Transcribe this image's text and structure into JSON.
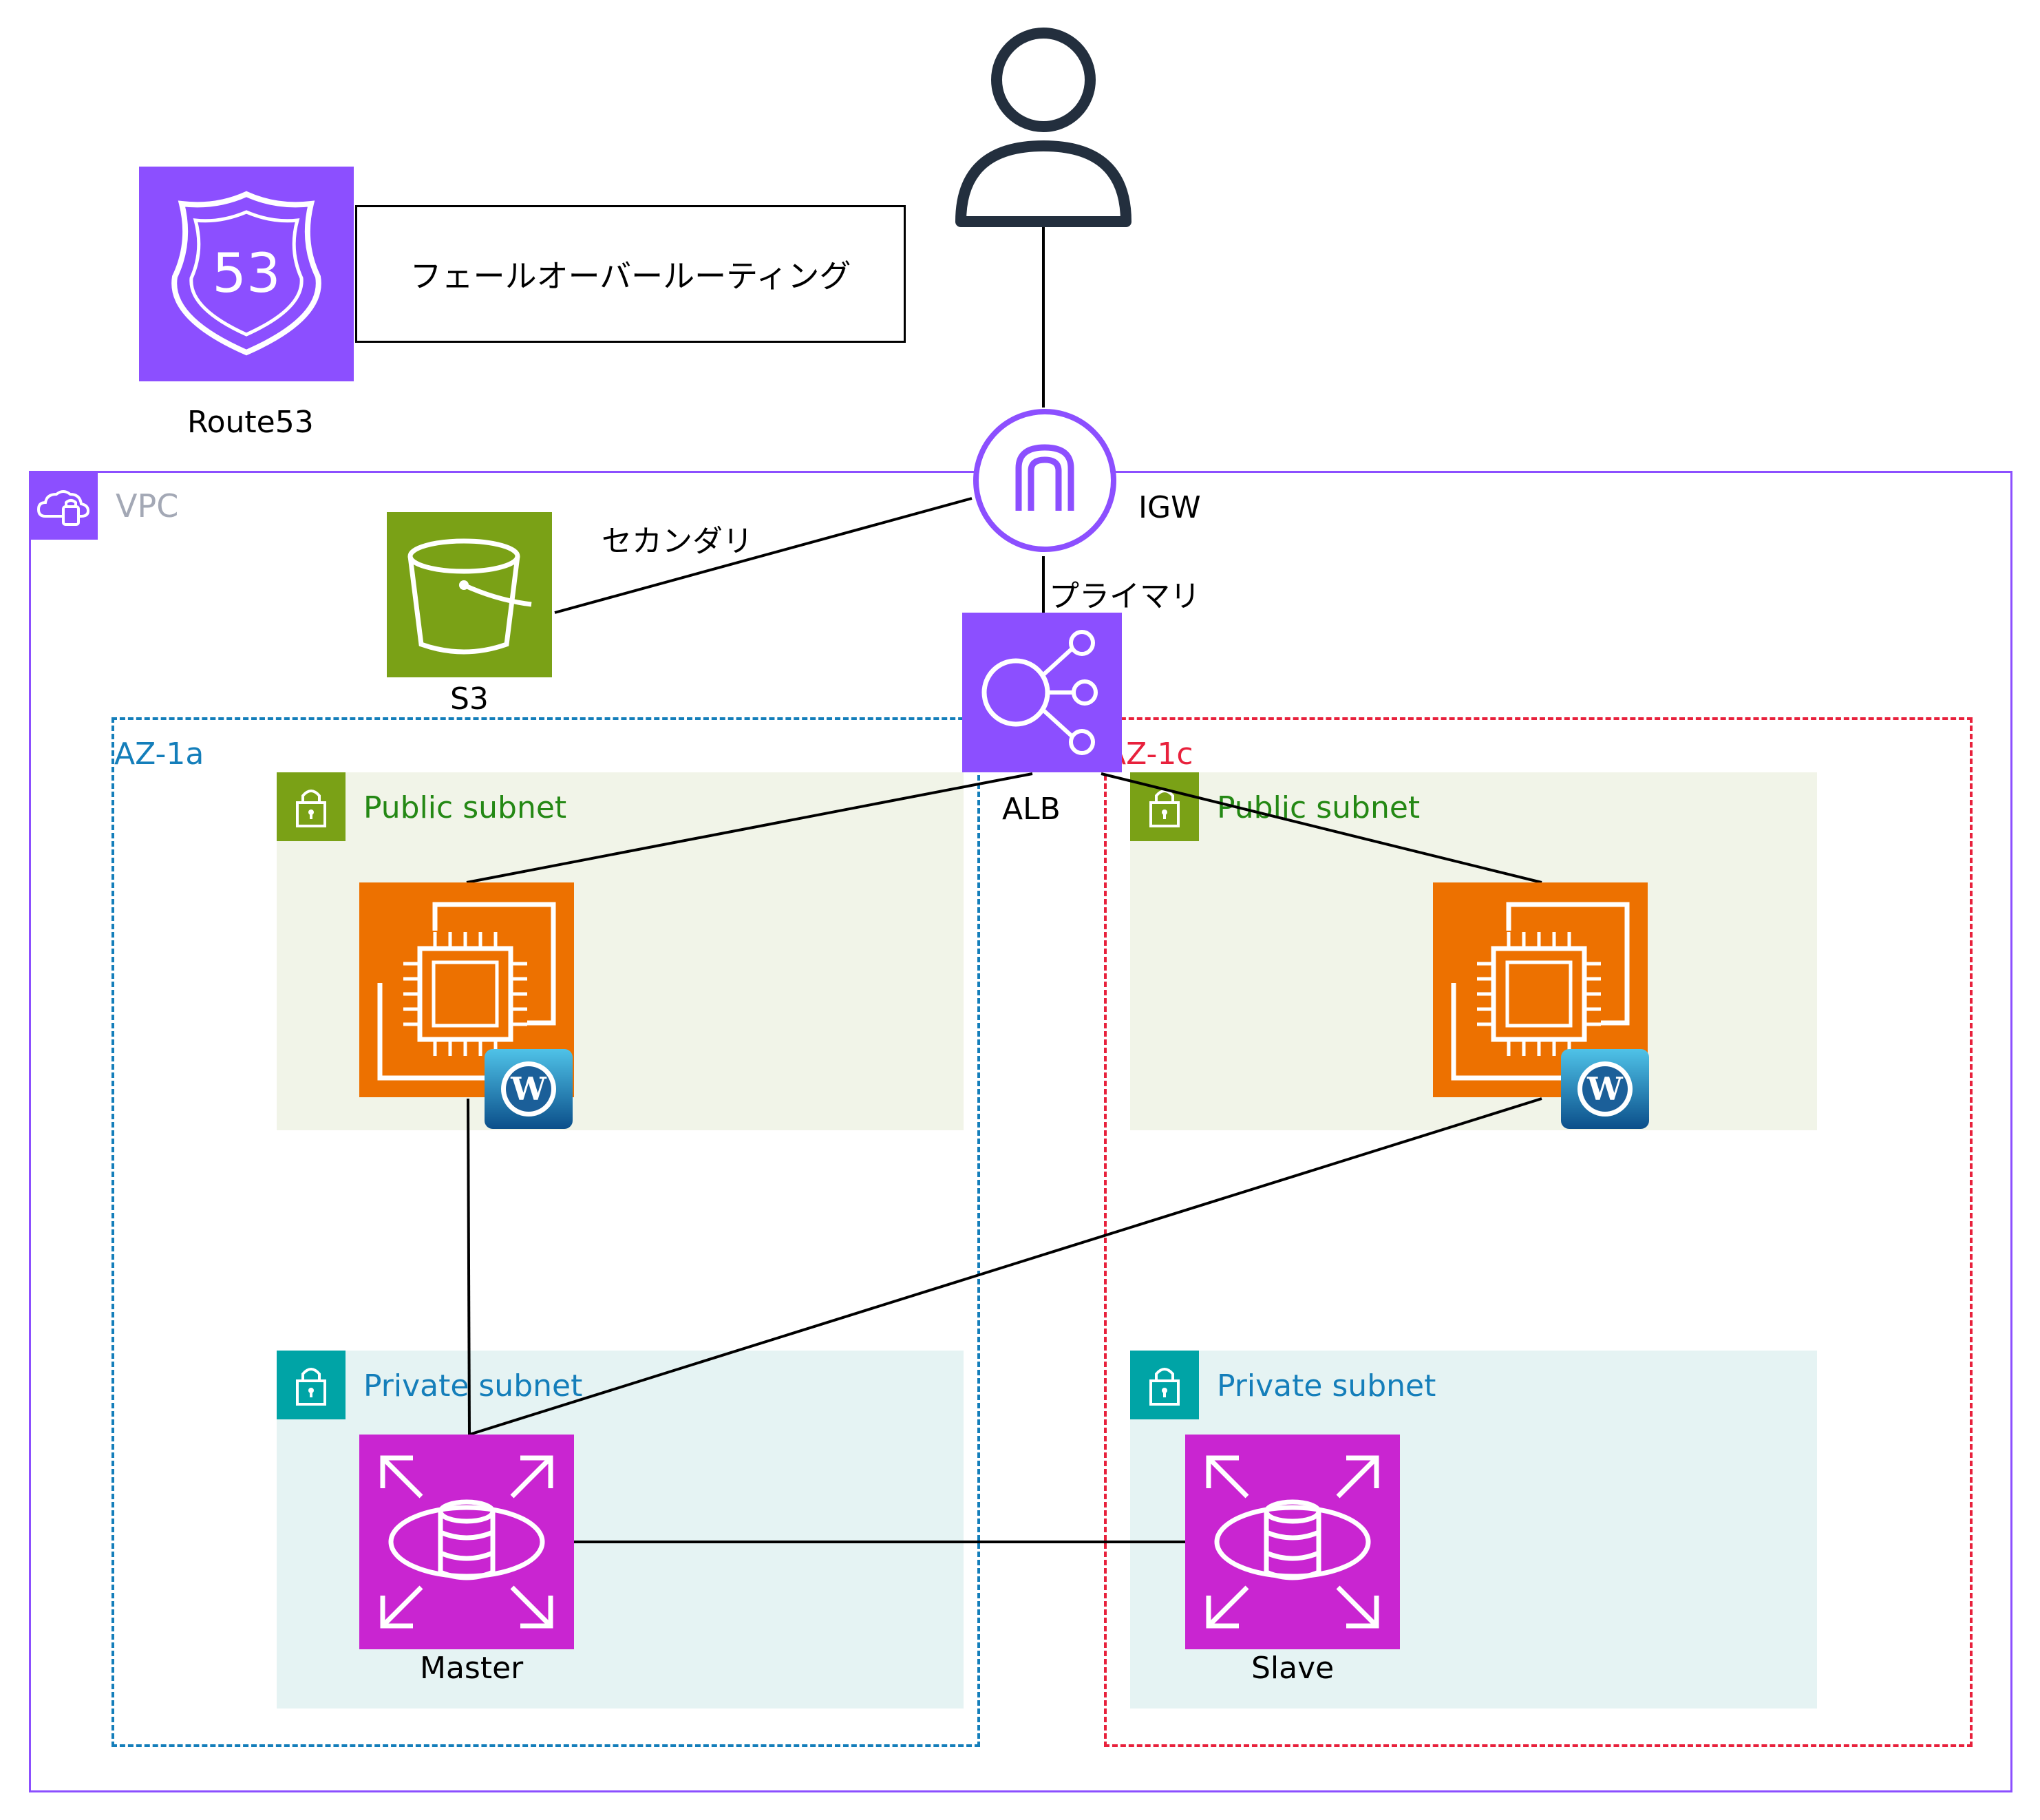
{
  "route53": {
    "label": "Route53",
    "badge_text": "53",
    "note": "フェールオーバールーティング"
  },
  "user": {
    "icon": "user-icon"
  },
  "igw": {
    "label": "IGW"
  },
  "vpc": {
    "label": "VPC"
  },
  "s3": {
    "label": "S3",
    "edge_label": "セカンダリ"
  },
  "alb": {
    "label": "ALB",
    "edge_label": "プライマリ"
  },
  "az_a": {
    "label": "AZ-1a",
    "public_subnet": "Public subnet",
    "private_subnet": "Private subnet"
  },
  "az_c": {
    "label": "AZ-1c",
    "public_subnet": "Public subnet",
    "private_subnet": "Private subnet"
  },
  "rds": {
    "master_label": "Master",
    "slave_label": "Slave"
  },
  "colors": {
    "purple": "#8c4fff",
    "green": "#7aa116",
    "orange": "#ed7100",
    "magenta": "#c925d1",
    "teal": "#00a4a6",
    "az_a": "#147eba",
    "az_c": "#e8213c"
  }
}
